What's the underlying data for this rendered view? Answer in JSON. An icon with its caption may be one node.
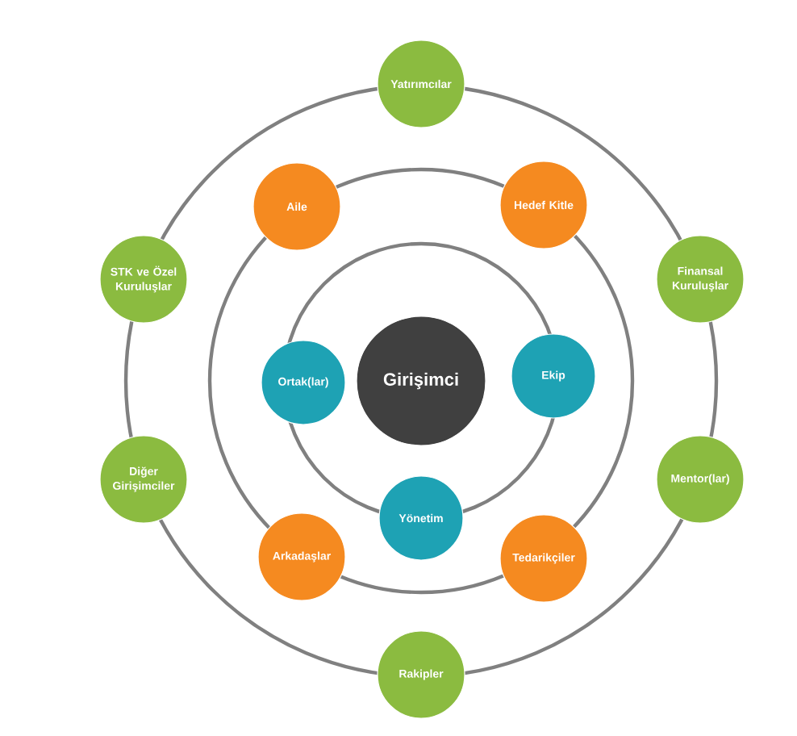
{
  "diagram": {
    "nodes": [
      {
        "text": [
          "Girişimci"
        ]
      },
      {
        "text": [
          "Ortak(lar)"
        ]
      },
      {
        "text": [
          "Ekip"
        ]
      },
      {
        "text": [
          "Yönetim"
        ]
      },
      {
        "text": [
          "Aile"
        ]
      },
      {
        "text": [
          "Hedef Kitle"
        ]
      },
      {
        "text": [
          "Arkadaşlar"
        ]
      },
      {
        "text": [
          "Tedarikçiler"
        ]
      },
      {
        "text": [
          "Yatırımcılar"
        ]
      },
      {
        "text": [
          "STK ve Özel Kuruluşlar"
        ]
      },
      {
        "text": [
          "Finansal Kuruluşlar"
        ]
      },
      {
        "text": [
          "Diğer Girişimciler"
        ]
      },
      {
        "text": [
          "Mentor(lar)"
        ]
      },
      {
        "text": [
          "Rakipler"
        ]
      }
    ]
  }
}
